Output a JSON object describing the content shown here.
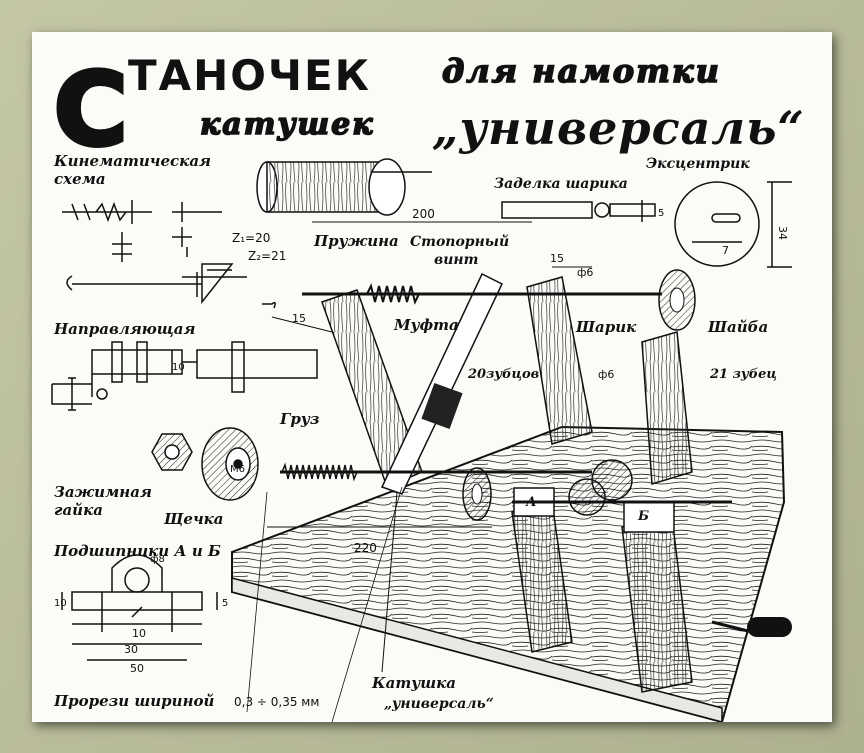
{
  "title": {
    "word_big_initial": "С",
    "word_main": "ТАНОЧЕК",
    "line1_right": "для намотки",
    "line2_left": "катушек",
    "name": "„универсаль“"
  },
  "labels": {
    "kinematic": "Кинематическая",
    "kinematic2": "схема",
    "z1": "Z₁=20",
    "z2": "Z₂=21",
    "guide": "Направляющая",
    "weight": "Груз",
    "nut": "Зажимная",
    "nut2": "гайка",
    "cheek": "Щечка",
    "bearings": "Подшипники А и Б",
    "slots_text": "Прорези шириной",
    "slots_value": "0,3 ÷ 0,35 мм",
    "spool": "Катушка",
    "spool2": "„универсаль“",
    "spring": "Пружина",
    "stop_screw": "Стопорный",
    "stop_screw2": "винт",
    "coupling": "Муфта",
    "ball": "Шарик",
    "washer": "Шайба",
    "ball_fix": "Заделка шарика",
    "eccentric": "Эксцентрик",
    "gear20": "20зубцов",
    "gear21": "21 зубец",
    "letter_a": "А",
    "letter_b": "Б"
  },
  "dimensions": {
    "d200": "200",
    "d15a": "15",
    "d15b": "15",
    "phi6a": "ф6",
    "phi6b": "ф6",
    "m6": "М6",
    "d220": "220",
    "d10_guide": "10",
    "d7": "7",
    "d34": "34",
    "d5_ball": "5",
    "phi8": "ф8",
    "d10": "10",
    "d30": "30",
    "d50": "50",
    "d5": "5",
    "d10v": "10"
  }
}
